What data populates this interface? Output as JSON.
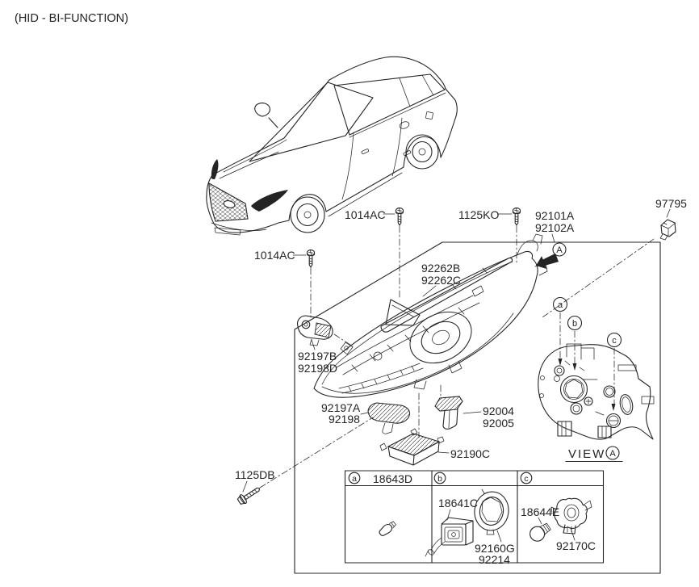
{
  "title": "(HID - BI-FUNCTION)",
  "colors": {
    "line": "#242424",
    "background": "#ffffff"
  },
  "callout_labels": {
    "fastener_top": "1014AC",
    "fastener_ko": "1125KO",
    "headlamp_line1": "92101A",
    "headlamp_line2": "92102A",
    "relay": "97795",
    "fastener_left": "1014AC",
    "trim_line1": "92262B",
    "trim_line2": "92262C",
    "bracket_b_line1": "92197B",
    "bracket_b_line2": "92198D",
    "bracket_a_line1": "92197A",
    "bracket_a_line2": "92198",
    "clip_line1": "92004",
    "clip_line2": "92005",
    "ballast": "92190C",
    "fastener_db": "1125DB"
  },
  "direction_arrow_ref": "A",
  "view": {
    "word": "VIEW",
    "ref": "A"
  },
  "rear_callouts": {
    "a": "a",
    "b": "b",
    "c": "c"
  },
  "legend": {
    "a": {
      "ref": "a",
      "bulb": "18643D"
    },
    "b": {
      "ref": "b",
      "igniter": "18641C",
      "retainer_line1": "92160G",
      "retainer_line2": "92214"
    },
    "c": {
      "ref": "c",
      "bulb": "18644E",
      "socket": "92170C"
    }
  }
}
